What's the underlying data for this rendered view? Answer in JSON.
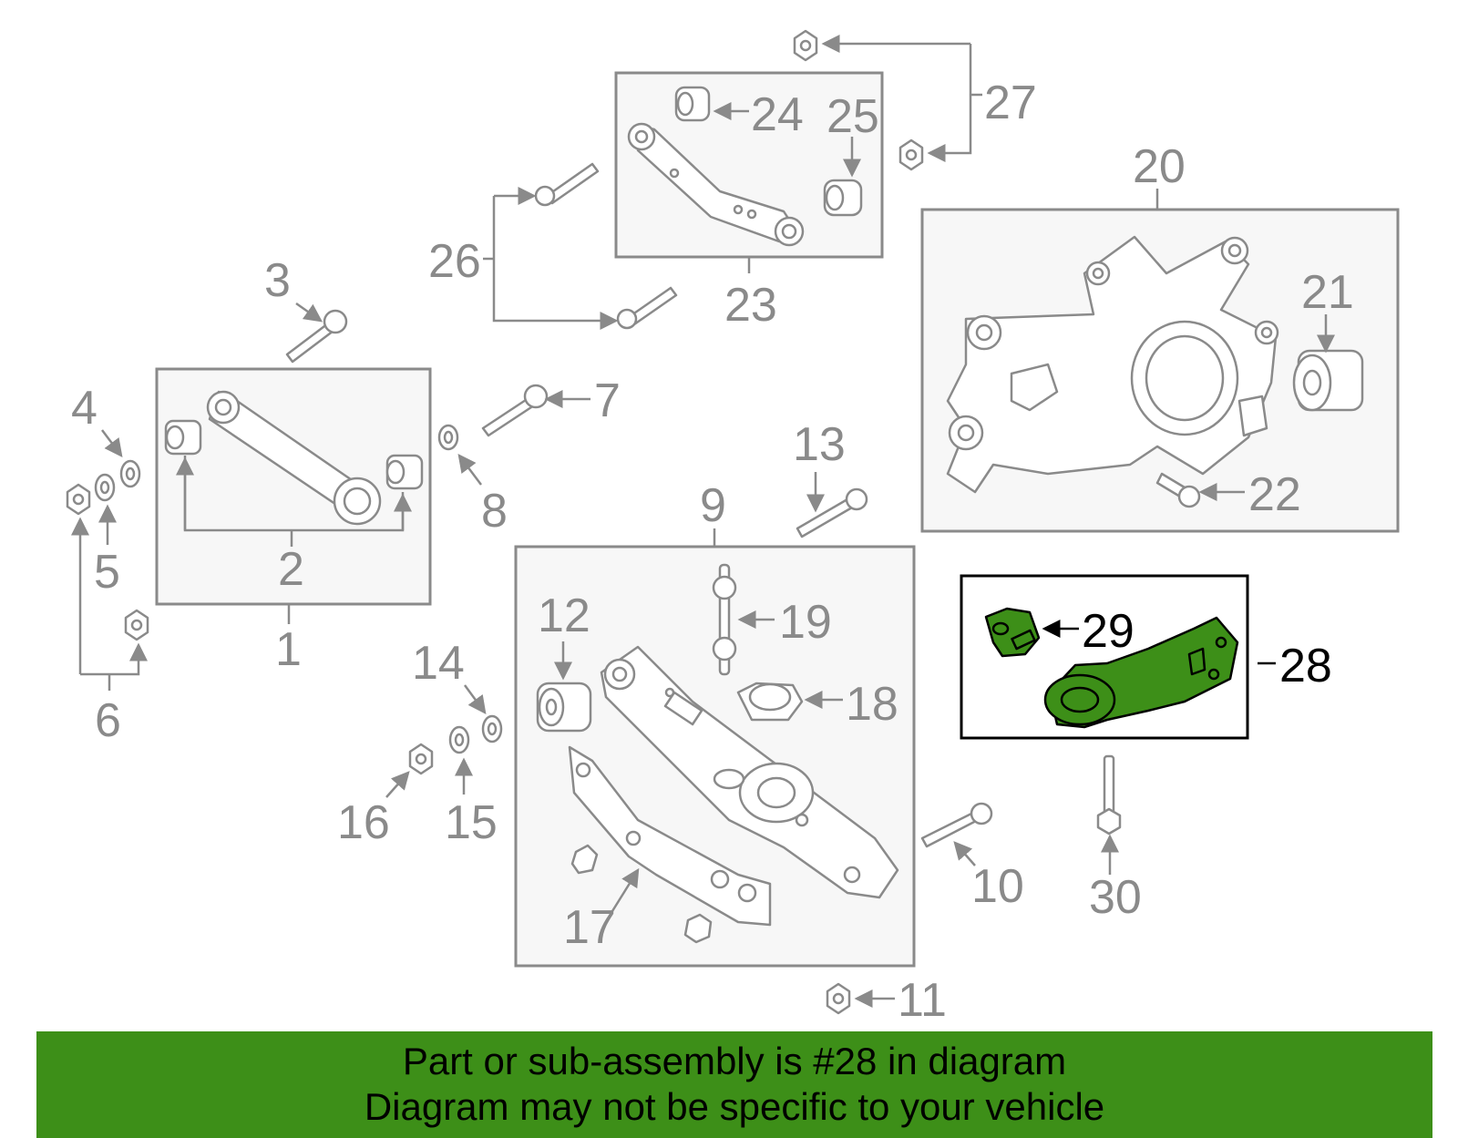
{
  "callouts": {
    "c1": "1",
    "c2": "2",
    "c3": "3",
    "c4": "4",
    "c5": "5",
    "c6": "6",
    "c7": "7",
    "c8": "8",
    "c9": "9",
    "c10": "10",
    "c11": "11",
    "c12": "12",
    "c13": "13",
    "c14": "14",
    "c15": "15",
    "c16": "16",
    "c17": "17",
    "c18": "18",
    "c19": "19",
    "c20": "20",
    "c21": "21",
    "c22": "22",
    "c23": "23",
    "c24": "24",
    "c25": "25",
    "c26": "26",
    "c27": "27",
    "c28": "28",
    "c29": "29",
    "c30": "30"
  },
  "highlight": {
    "part": "28",
    "color": "#3d8f18"
  },
  "banner": {
    "line1": "Part or sub-assembly is #28 in diagram",
    "line2": "Diagram may not be specific to your vehicle",
    "background": "#3d8f18"
  }
}
